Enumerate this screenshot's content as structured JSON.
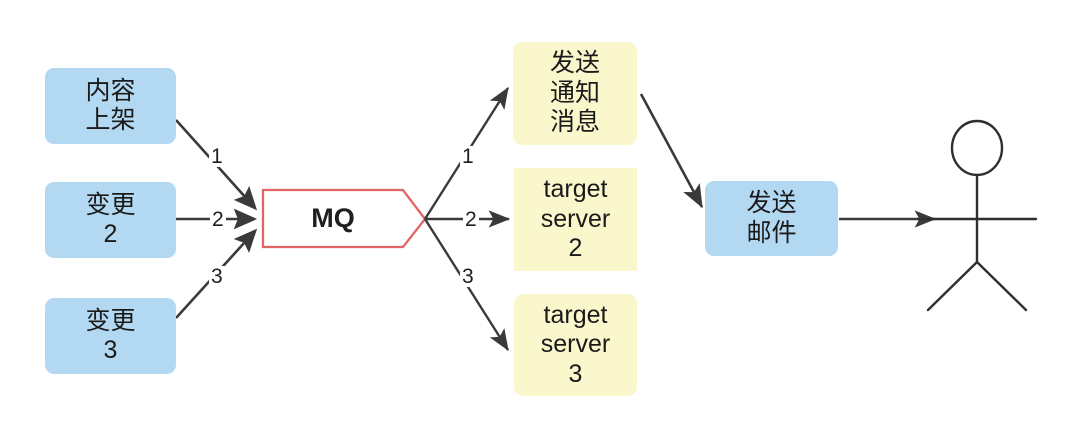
{
  "diagram": {
    "title": "MQ message fan-in / fan-out flow",
    "background": "#ffffff",
    "colors": {
      "blue_fill": "#b3d9f2",
      "yellow_fill": "#fbf7cd",
      "mq_stroke": "#e06666",
      "mq_fill": "#ffffff",
      "line": "#3a3a3a",
      "text": "#1a1a1a"
    }
  },
  "sources": [
    {
      "id": "source-1",
      "label": "内容\n上架"
    },
    {
      "id": "source-2",
      "label": "变更\n2"
    },
    {
      "id": "source-3",
      "label": "变更\n3"
    }
  ],
  "broker": {
    "id": "mq",
    "label": "MQ"
  },
  "targets": [
    {
      "id": "target-1",
      "label": "发送\n通知\n消息"
    },
    {
      "id": "target-2",
      "label": "target\nserver\n2"
    },
    {
      "id": "target-3",
      "label": "target\nserver\n3"
    }
  ],
  "mailer": {
    "id": "send-mail",
    "label": "发送\n邮件"
  },
  "actor": {
    "id": "user-actor",
    "label": ""
  },
  "edge_labels": {
    "in_1": "1",
    "in_2": "2",
    "in_3": "3",
    "out_1": "1",
    "out_2": "2",
    "out_3": "3"
  }
}
